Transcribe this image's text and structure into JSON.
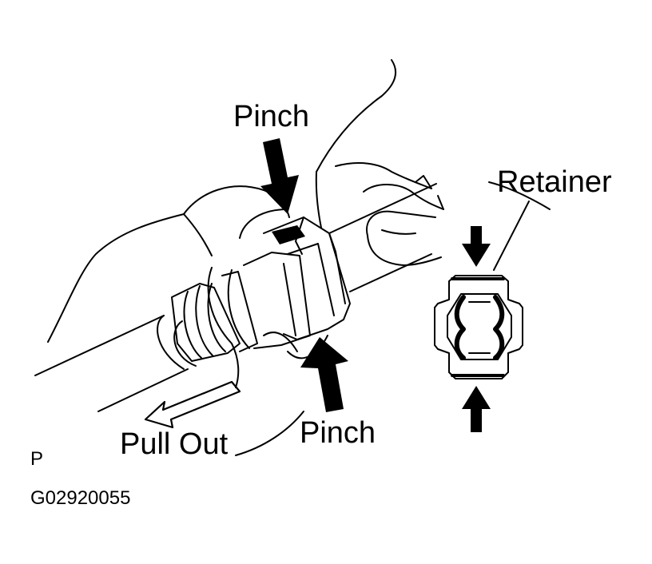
{
  "labels": {
    "pinch_top": "Pinch",
    "pinch_bottom": "Pinch",
    "retainer": "Retainer",
    "pull_out": "Pull Out",
    "p_mark": "P",
    "figure_code": "G02920055"
  },
  "colors": {
    "ink": "#000000",
    "paper": "#ffffff"
  }
}
